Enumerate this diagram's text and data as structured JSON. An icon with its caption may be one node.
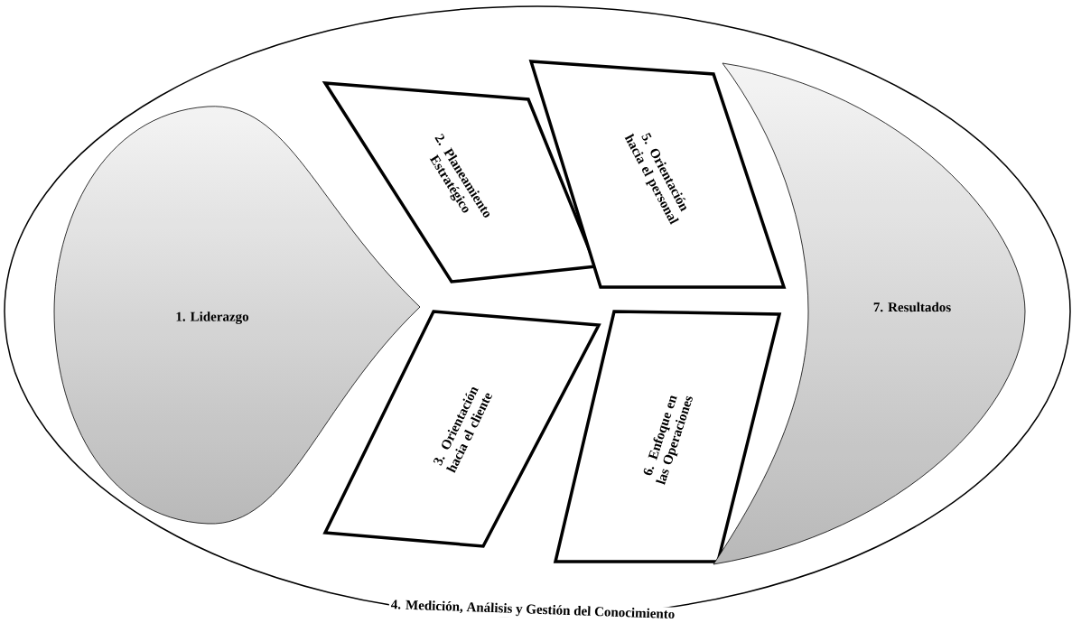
{
  "diagram": {
    "nodes": [
      {
        "text": [
          "4. Medición, Análisis y Gestión del Conocimiento"
        ]
      },
      {
        "text": [
          "1. Liderazgo"
        ],
        "in": 0
      },
      {
        "text": [
          "2. Planeamiento Estratégico"
        ],
        "in": 0
      },
      {
        "text": [
          "5. Orientación hacia el personal"
        ],
        "in": 0
      },
      {
        "text": [
          "3. Orientación hacia el cliente"
        ],
        "in": 0
      },
      {
        "text": [
          "6. Enfoque en las Operaciones"
        ],
        "in": 0
      },
      {
        "text": [
          "7. Resultados"
        ],
        "in": 0
      }
    ]
  }
}
